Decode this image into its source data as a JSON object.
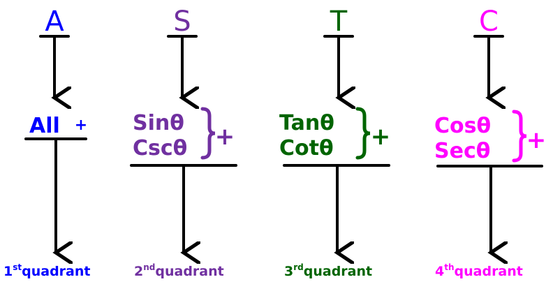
{
  "columns": [
    {
      "letter": "A",
      "functions": [
        "All"
      ],
      "sign": "+",
      "ordinal": "1",
      "suffix": "st",
      "label": "quadrant",
      "color": "#0000ff"
    },
    {
      "letter": "S",
      "functions": [
        "Sinθ",
        "Cscθ"
      ],
      "sign": "+",
      "ordinal": "2",
      "suffix": "nd",
      "label": "quadrant",
      "color": "#7030a0"
    },
    {
      "letter": "T",
      "functions": [
        "Tanθ",
        "Cotθ"
      ],
      "sign": "+",
      "ordinal": "3",
      "suffix": "rd",
      "label": "quadrant",
      "color": "#006400"
    },
    {
      "letter": "C",
      "functions": [
        "Cosθ",
        "Secθ"
      ],
      "sign": "+",
      "ordinal": "4",
      "suffix": "th",
      "label": "quadrant",
      "color": "#ff00ff"
    }
  ]
}
